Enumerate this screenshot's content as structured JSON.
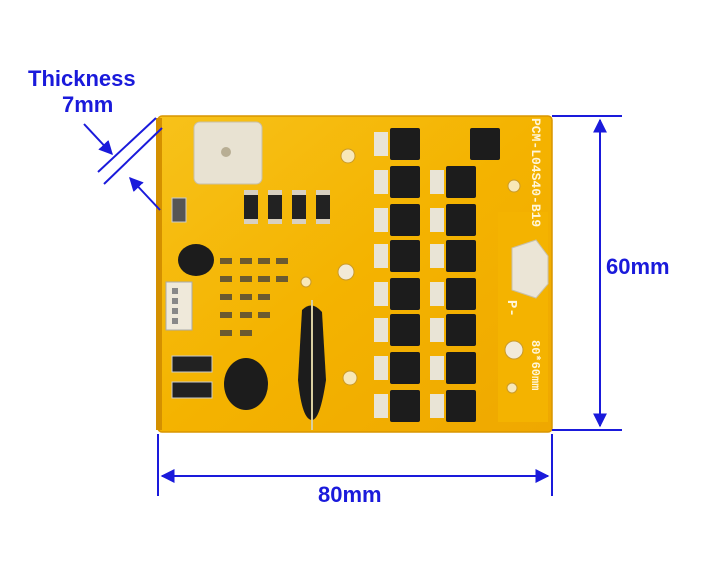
{
  "annotations": {
    "thickness_line1": "Thickness",
    "thickness_line2": "7mm",
    "height": "60mm",
    "width": "80mm"
  },
  "board": {
    "silkscreen_model": "PCM-L04S40-B19",
    "silkscreen_size": "80*60mm",
    "silkscreen_pminus": "P-"
  },
  "colors": {
    "dimension_blue": "#1a1adb",
    "pcb_yellow": "#f5b800",
    "mosfet_black": "#1c1c1c"
  }
}
